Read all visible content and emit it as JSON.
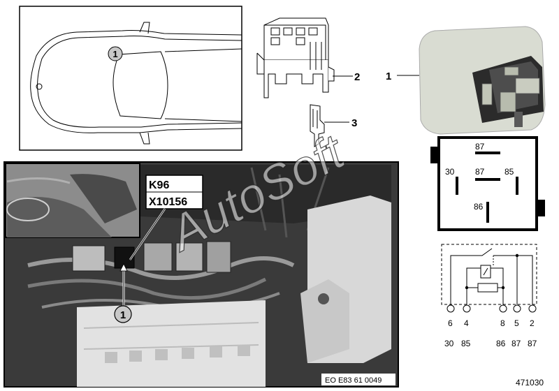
{
  "callouts": {
    "relay": "1",
    "socket": "2",
    "terminal": "3",
    "car_position": "1",
    "photo_position": "1"
  },
  "photo": {
    "component_code": "K96",
    "connector_code": "X10156",
    "reference": "EO E83 61 0049"
  },
  "watermark": "AutoSoft",
  "relay_face": {
    "pin_top": "87",
    "pin_left": "30",
    "pin_center": "87",
    "pin_right": "85",
    "pin_bottom": "86"
  },
  "schematic": {
    "pin_numbers": [
      "6",
      "4",
      "8",
      "5",
      "2"
    ],
    "terminal_numbers": [
      "30",
      "85",
      "86",
      "87",
      "87"
    ]
  },
  "diagram_number": "471030",
  "colors": {
    "photo_dark": "#3a3a3a",
    "photo_light": "#d8d8d8",
    "relay_body": "#d9dcd2",
    "watermark": "#ffffff"
  }
}
